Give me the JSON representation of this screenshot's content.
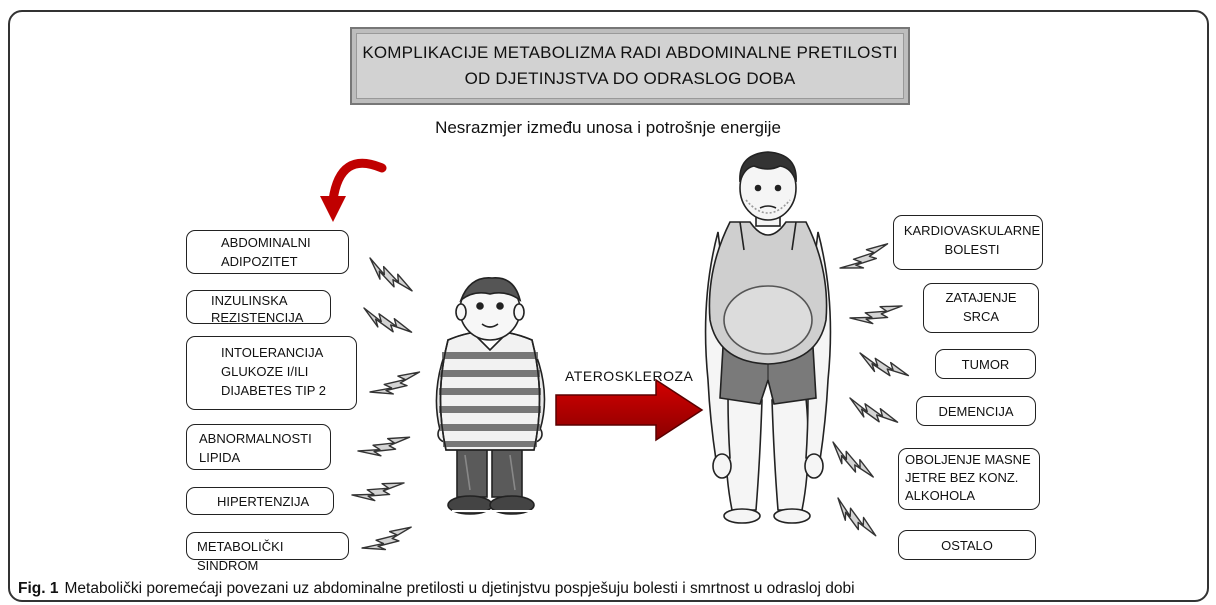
{
  "title": {
    "line1": "KOMPLIKACIJE METABOLIZMA RADI ABDOMINALNE PRETILOSTI",
    "line2": "OD DJETINJSTVA DO ODRASLOG DOBA"
  },
  "subtitle": "Nesrazmjer između unosa i potrošnje energije",
  "left_boxes": [
    {
      "lines": [
        "ABDOMINALNI",
        "ADIPOZITET"
      ]
    },
    {
      "lines": [
        "INZULINSKA",
        "REZISTENCIJA"
      ]
    },
    {
      "lines": [
        "INTOLERANCIJA",
        "GLUKOZE I/ILI",
        "DIJABETES TIP 2"
      ]
    },
    {
      "lines": [
        "ABNORMALNOSTI",
        "LIPIDA"
      ]
    },
    {
      "lines": [
        "HIPERTENZIJA"
      ]
    },
    {
      "lines": [
        "METABOLIČKI SINDROM"
      ]
    }
  ],
  "right_boxes": [
    {
      "lines": [
        "KARDIOVASKULARNE",
        "BOLESTI"
      ]
    },
    {
      "lines": [
        "ZATAJENJE",
        "SRCA"
      ]
    },
    {
      "lines": [
        "TUMOR"
      ]
    },
    {
      "lines": [
        "DEMENCIJA"
      ]
    },
    {
      "lines": [
        "OBOLJENJE MASNE",
        "JETRE BEZ KONZ.",
        "ALKOHOLA"
      ]
    },
    {
      "lines": [
        "OSTALO"
      ]
    }
  ],
  "arrow_label": "ATEROSKLEROZA",
  "caption": {
    "fig": "Fig. 1",
    "text": "Metabolički poremećaji povezani uz abdominalne pretilosti u djetinjstvu pospješuju bolesti i smrtnost u odrasloj dobi"
  },
  "colors": {
    "arrow_red": "#b30000",
    "title_bg": "#d2d2d2",
    "shirt_red": "#c9c9c9"
  },
  "icons": {
    "curved_arrow": "curved-red-arrow-icon",
    "lightning": "lightning-bolt-icon",
    "child": "overweight-child-figure",
    "adult": "overweight-adult-figure"
  }
}
